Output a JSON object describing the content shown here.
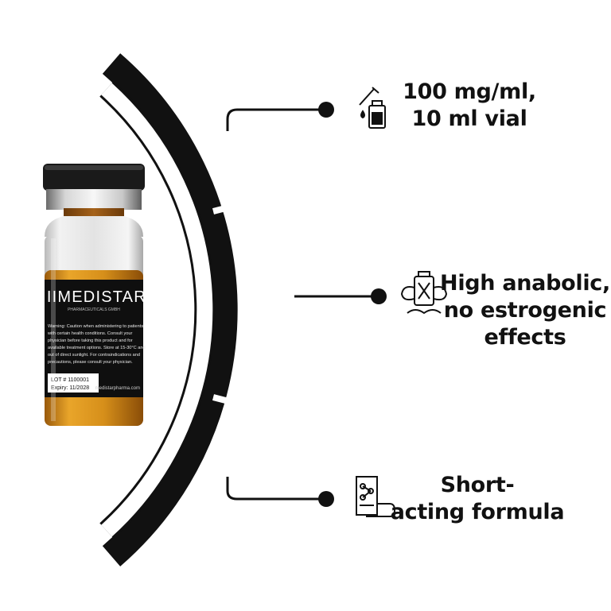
{
  "product": {
    "brand": "IIIMEDISTAR",
    "subtitle": "PHARMACEUTICALS GMBH",
    "warning": [
      "Warning: Caution when administering to patients",
      "with certain health conditions. Consult your",
      "physician before taking this product and for",
      "available treatment options. Store at 15-30°C and",
      "out of direct sunlight. For contraindications and",
      "precautions, please consult your physician."
    ],
    "lot": "LOT # 1100001",
    "expiry": "Expiry: 11/2028",
    "website": "medistarpharma.com"
  },
  "features": [
    {
      "icon": "dropper-vial-icon",
      "lines": [
        "100 mg/ml,",
        "10 ml vial"
      ]
    },
    {
      "icon": "muscle-bottle-icon",
      "lines": [
        "High anabolic,",
        "no estrogenic",
        "effects"
      ]
    },
    {
      "icon": "formula-document-icon",
      "lines": [
        "Short-",
        "acting formula"
      ]
    }
  ],
  "colors": {
    "accent": "#111111",
    "oil": "#d8951e",
    "cap": "#1a1a1a",
    "label": "#0f0f0f"
  }
}
